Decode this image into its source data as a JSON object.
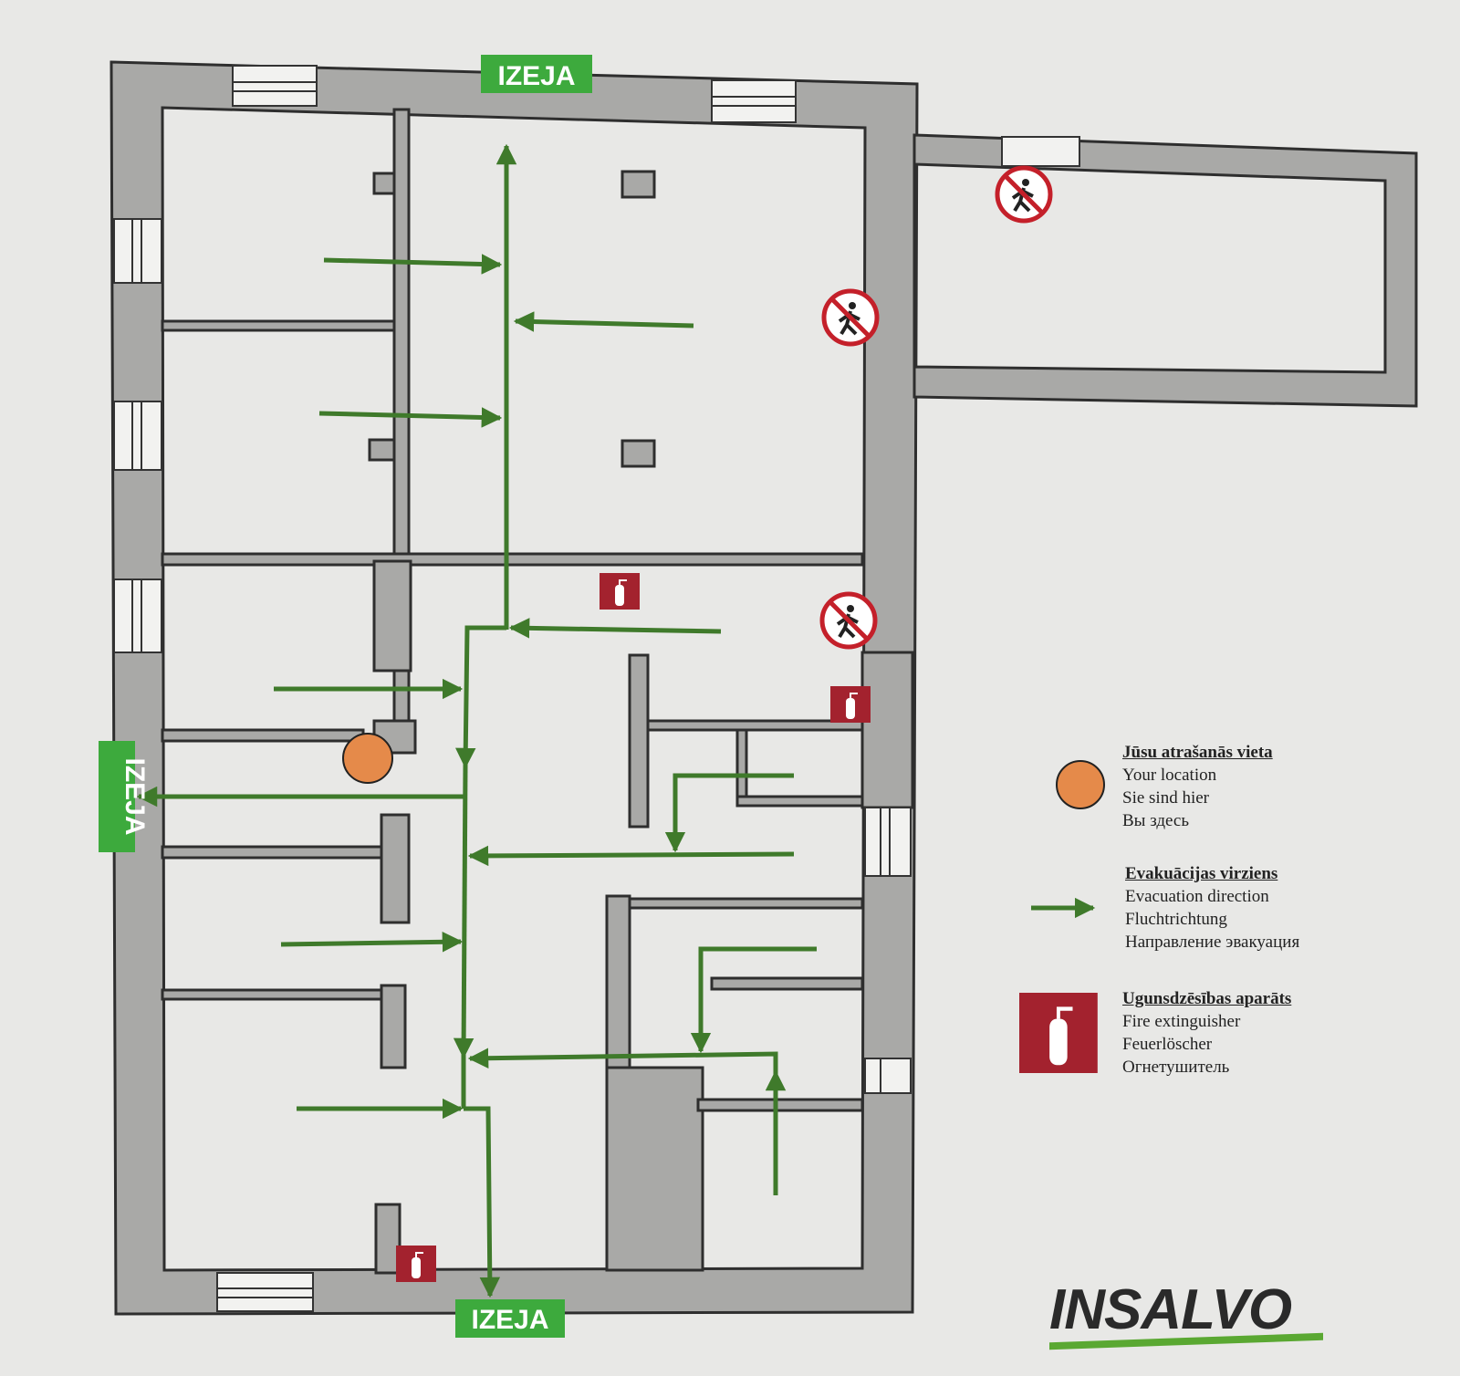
{
  "exits": {
    "top": "IZEJA",
    "left": "IZEJA",
    "bottom": "IZEJA"
  },
  "legend": {
    "location": {
      "title": "Jūsu atrašanās vieta",
      "lines": [
        "Your location",
        "Sie sind hier",
        "Вы здесь"
      ]
    },
    "evacuation": {
      "title": "Evakuācijas virziens",
      "lines": [
        "Evacuation direction",
        "Fluchtrichtung",
        "Направление эвакуация"
      ]
    },
    "extinguisher": {
      "title": "Ugunsdzēsības aparāts",
      "lines": [
        "Fire extinguisher",
        "Feuerlöscher",
        "Огнетушитель"
      ]
    }
  },
  "logo": "INSALVO",
  "colors": {
    "wall": "#a9a9a7",
    "arrow": "#3f7a2b",
    "exit": "#3daa3d",
    "extinguisher": "#a3222e",
    "location": "#e58a4a",
    "no_entry": "#c4202a"
  }
}
